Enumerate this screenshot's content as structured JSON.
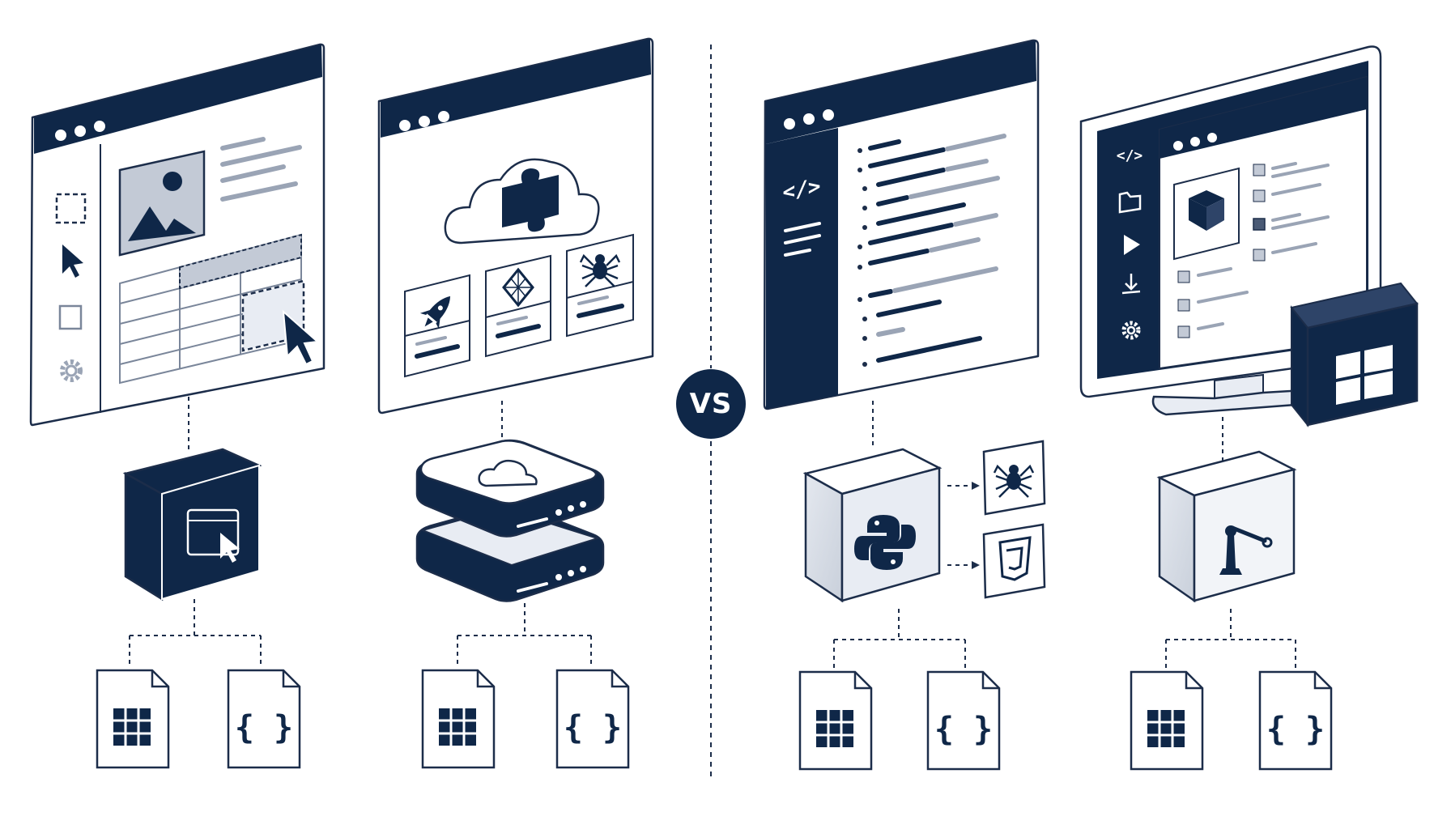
{
  "separator_text": "VS",
  "colors": {
    "navy": "#0f2748",
    "line": "#1c2d4a",
    "light_fill": "#e8ecf3",
    "mid_fill": "#c3cad6",
    "white": "#ffffff"
  },
  "panels": [
    {
      "id": "visual-scraper",
      "window_icons": [
        "image-icon",
        "selection-icon",
        "cursor-icon",
        "box-icon",
        "gear-icon",
        "table-icon"
      ],
      "engine": "browser-cursor-icon",
      "outputs": [
        "spreadsheet-file-icon",
        "json-file-icon"
      ]
    },
    {
      "id": "cloud-platform",
      "window_icons": [
        "cloud-puzzle-icon",
        "rocket-icon",
        "diamond-icon",
        "spider-icon"
      ],
      "engine": "cloud-server-stack-icon",
      "outputs": [
        "spreadsheet-file-icon",
        "json-file-icon"
      ]
    },
    {
      "id": "code-library",
      "window_icons": [
        "code-icon",
        "menu-icon"
      ],
      "engine": "python-icon",
      "side_icons": [
        "spider-icon",
        "css3-icon"
      ],
      "outputs": [
        "spreadsheet-file-icon",
        "json-file-icon"
      ]
    },
    {
      "id": "desktop-rpa",
      "window_icons": [
        "code-icon",
        "folder-icon",
        "play-icon",
        "download-icon",
        "gear-icon",
        "cube-icon"
      ],
      "badge": "windows-icon",
      "engine": "robot-arm-icon",
      "outputs": [
        "spreadsheet-file-icon",
        "json-file-icon"
      ]
    }
  ]
}
